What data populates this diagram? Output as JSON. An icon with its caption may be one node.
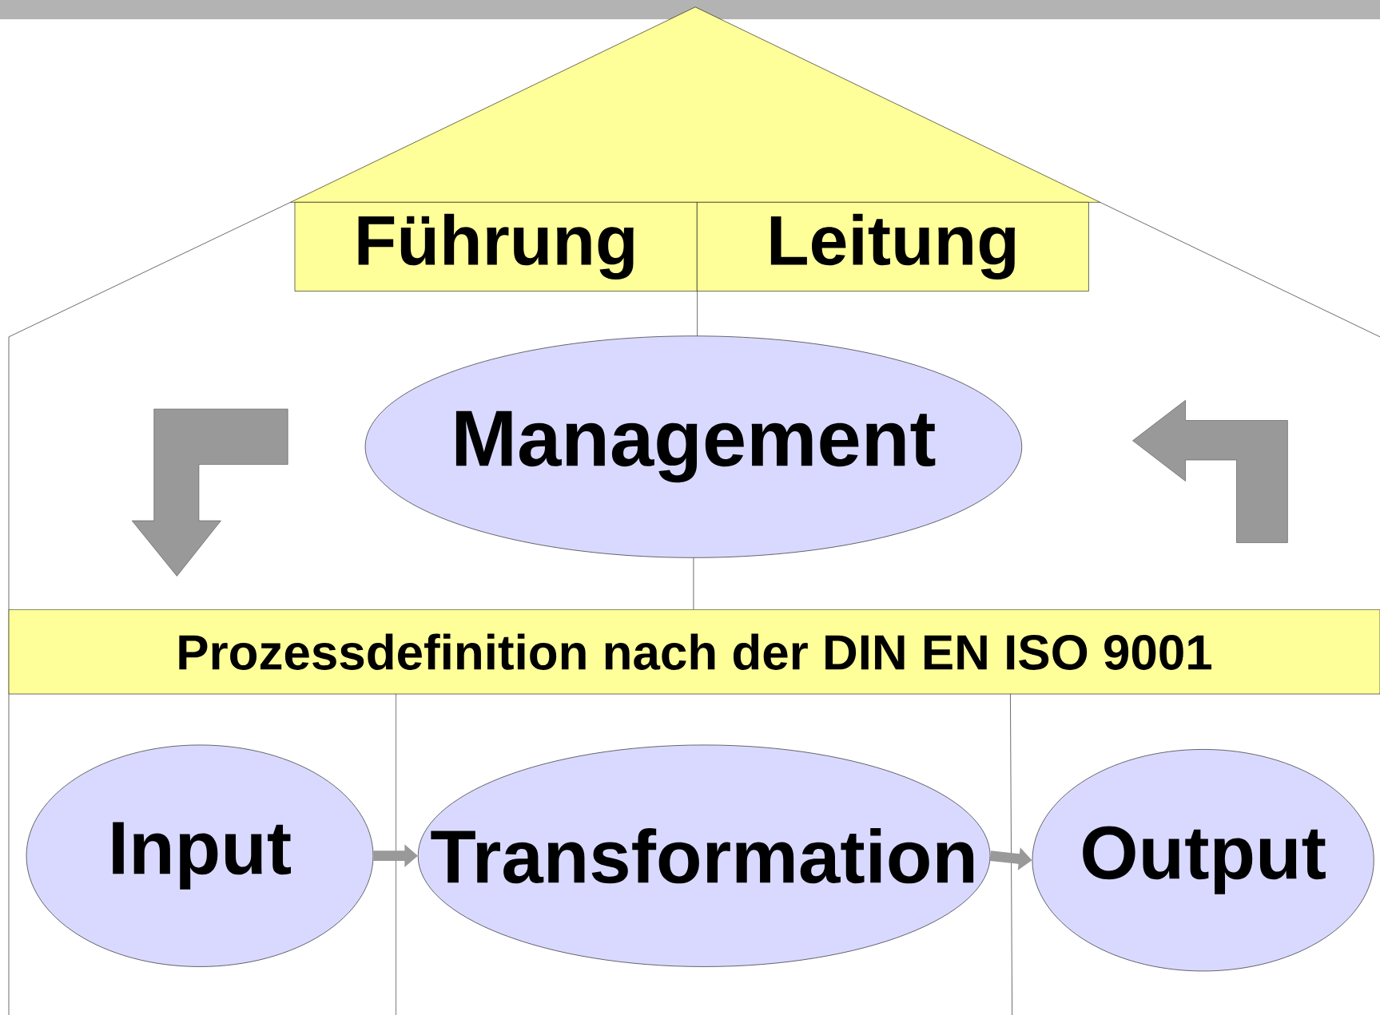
{
  "diagram": {
    "nodes": [
      {
        "text": [
          "Führung"
        ]
      },
      {
        "text": [
          "Leitung"
        ]
      },
      {
        "text": [
          "Management"
        ]
      },
      {
        "text": [
          "Prozessdefinition nach der DIN EN ISO 9001"
        ]
      },
      {
        "text": [
          "Input"
        ]
      },
      {
        "text": [
          "Transformation"
        ]
      },
      {
        "text": [
          "Output"
        ]
      }
    ],
    "edges": [
      {
        "from": 0,
        "to": 2,
        "arrow": "none"
      },
      {
        "from": 2,
        "to": 3,
        "arrow": "none"
      },
      {
        "from": 4,
        "to": 5,
        "arrow": "to",
        "style": "thick",
        "color": "#999999"
      },
      {
        "from": 5,
        "to": 6,
        "arrow": "to",
        "style": "thick",
        "color": "#999999"
      }
    ]
  }
}
